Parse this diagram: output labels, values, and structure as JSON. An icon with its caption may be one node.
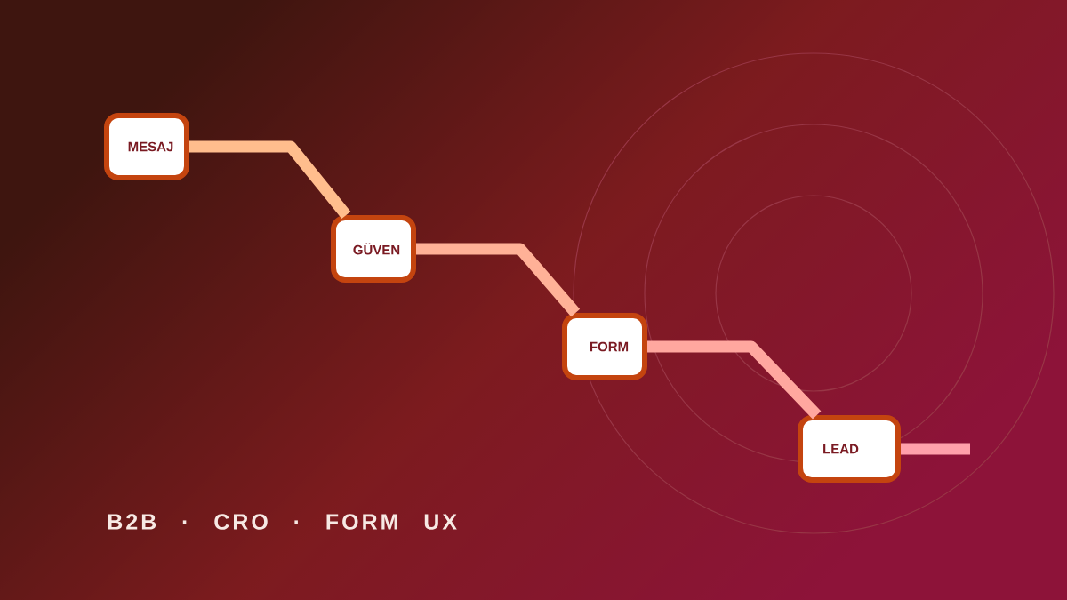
{
  "diagram": {
    "nodes": [
      {
        "text": [
          "MESAJ"
        ]
      },
      {
        "text": [
          "GÜVEN"
        ]
      },
      {
        "text": [
          "FORM"
        ]
      },
      {
        "text": [
          "LEAD"
        ]
      }
    ],
    "edges": [
      {
        "from": 0,
        "to": 1,
        "arrow": "none",
        "color": "#ffbd8d"
      },
      {
        "from": 1,
        "to": 2,
        "arrow": "none",
        "color": "#ffb197"
      },
      {
        "from": 2,
        "to": 3,
        "arrow": "none",
        "color": "#ffa79f"
      },
      {
        "from": 3,
        "to": null,
        "arrow": "none",
        "color": "#ffa1ab"
      }
    ],
    "labels": [
      "B2B · CRO · FORM UX"
    ]
  }
}
